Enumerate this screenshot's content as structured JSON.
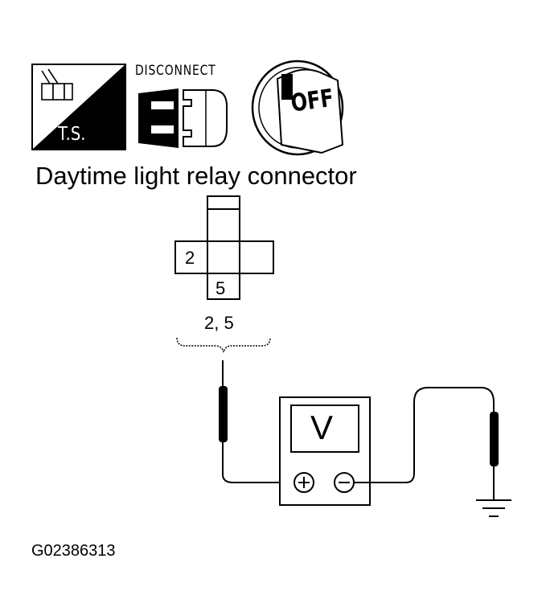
{
  "title": "Daytime light relay connector",
  "icons": {
    "test_symbol_label": "T.S.",
    "disconnect_label": "DISCONNECT",
    "ignition_label": "OFF"
  },
  "connector": {
    "pin_a": "2",
    "pin_b": "5",
    "pins_label": "2, 5"
  },
  "meter": {
    "symbol": "V",
    "plus_icon": "plus-icon",
    "minus_icon": "minus-icon"
  },
  "figure_code": "G02386313"
}
